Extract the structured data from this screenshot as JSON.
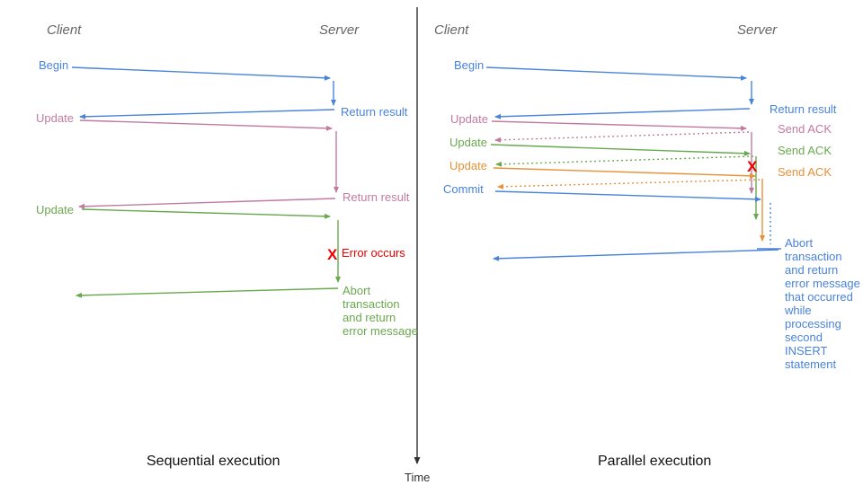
{
  "colors": {
    "blue": "#4983dc",
    "pink": "#c27ba0",
    "green": "#6aa84f",
    "orange": "#e69138",
    "red": "#ee0000",
    "title_gray": "#666666",
    "axis": "#333333",
    "footer": "#111111"
  },
  "timeline": {
    "time_label": "Time"
  },
  "left": {
    "client": "Client",
    "server": "Server",
    "begin": "Begin",
    "return_result1": "Return result",
    "update1": "Update",
    "return_result2": "Return result",
    "update2": "Update",
    "error_mark": "X",
    "error": "Error occurs",
    "abort_lines": [
      "Abort",
      "transaction",
      "and return",
      "error message"
    ],
    "footer": "Sequential execution"
  },
  "right": {
    "client": "Client",
    "server": "Server",
    "begin": "Begin",
    "return_result": "Return result",
    "update1": "Update",
    "send_ack1": "Send ACK",
    "update2": "Update",
    "send_ack2": "Send ACK",
    "update3": "Update",
    "send_ack3": "Send ACK",
    "error_mark": "X",
    "commit": "Commit",
    "abort_lines": [
      "Abort",
      "transaction",
      "and return",
      "error message",
      "that occurred",
      "while",
      "processing",
      "second",
      "INSERT",
      "statement"
    ],
    "footer": "Parallel execution"
  }
}
